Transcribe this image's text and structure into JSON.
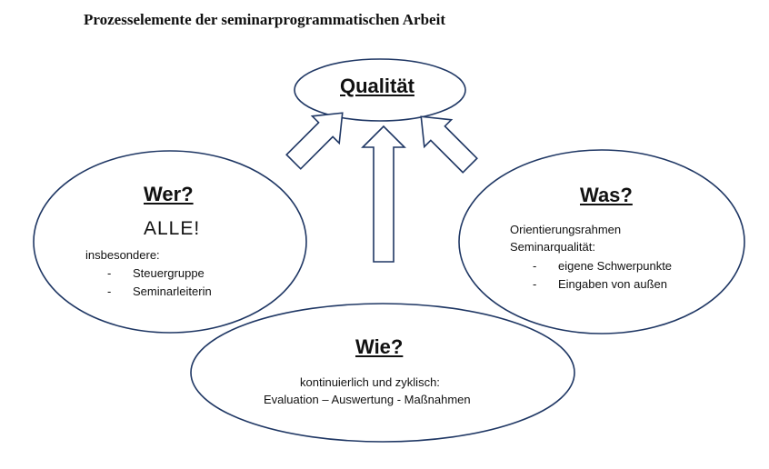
{
  "title": "Prozesselemente der seminarprogrammatischen Arbeit",
  "qualitaet": {
    "heading": "Qualität"
  },
  "wer": {
    "heading": "Wer?",
    "alle": "ALLE!",
    "intro": "insbesondere:",
    "items": [
      "Steuergruppe",
      "Seminarleiterin"
    ]
  },
  "was": {
    "heading": "Was?",
    "line1": "Orientierungsrahmen",
    "line2": "Seminarqualität:",
    "items": [
      "eigene Schwerpunkte",
      "Eingaben von außen"
    ]
  },
  "wie": {
    "heading": "Wie?",
    "line1": "kontinuierlich und zyklisch:",
    "line2": "Evaluation – Auswertung - Maßnahmen"
  },
  "list_marker": "-",
  "colors": {
    "stroke": "#1f3764",
    "fill": "#ffffff",
    "text": "#111111"
  }
}
